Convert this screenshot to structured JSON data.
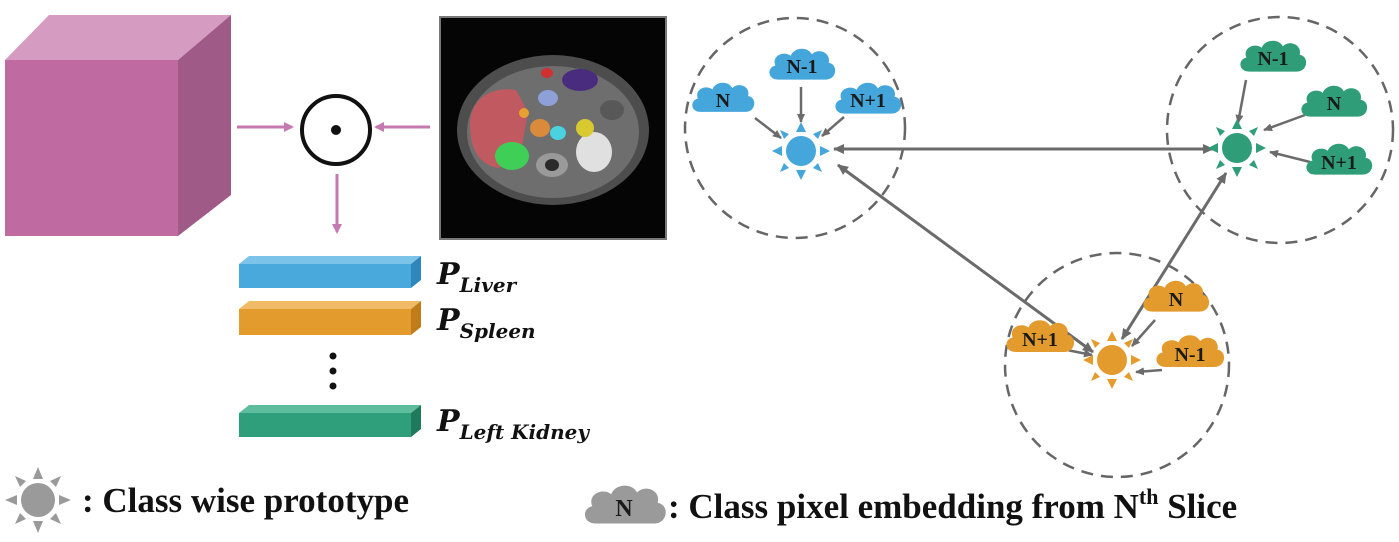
{
  "operator_symbol": "⊙",
  "prototypes": [
    {
      "letter": "P",
      "sub": "Liver",
      "color": "#4aa9dc"
    },
    {
      "letter": "P",
      "sub": "Spleen",
      "color": "#e49b2e"
    },
    {
      "letter": "P",
      "sub": "Left Kidney",
      "color": "#2f9e7a"
    }
  ],
  "clusters": {
    "liver": {
      "color": "#45a6dc",
      "embeddings": [
        "N",
        "N-1",
        "N+1"
      ]
    },
    "kidney": {
      "color": "#2f9e78",
      "embeddings": [
        "N-1",
        "N",
        "N+1"
      ]
    },
    "spleen": {
      "color": "#e49b2e",
      "embeddings": [
        "N+1",
        "N",
        "N-1"
      ]
    }
  },
  "legend": {
    "prototype_text": ": Class wise prototype",
    "embedding_glyph": "N",
    "embedding_text_prefix": ": Class pixel embedding from N",
    "embedding_text_sup": "th",
    "embedding_text_suffix": " Slice"
  },
  "colors": {
    "volume": "#c77aa7",
    "arrow_pink": "#c57aaf",
    "arrow_gray": "#6b6b6b",
    "legend_gray": "#9a9a9a"
  }
}
